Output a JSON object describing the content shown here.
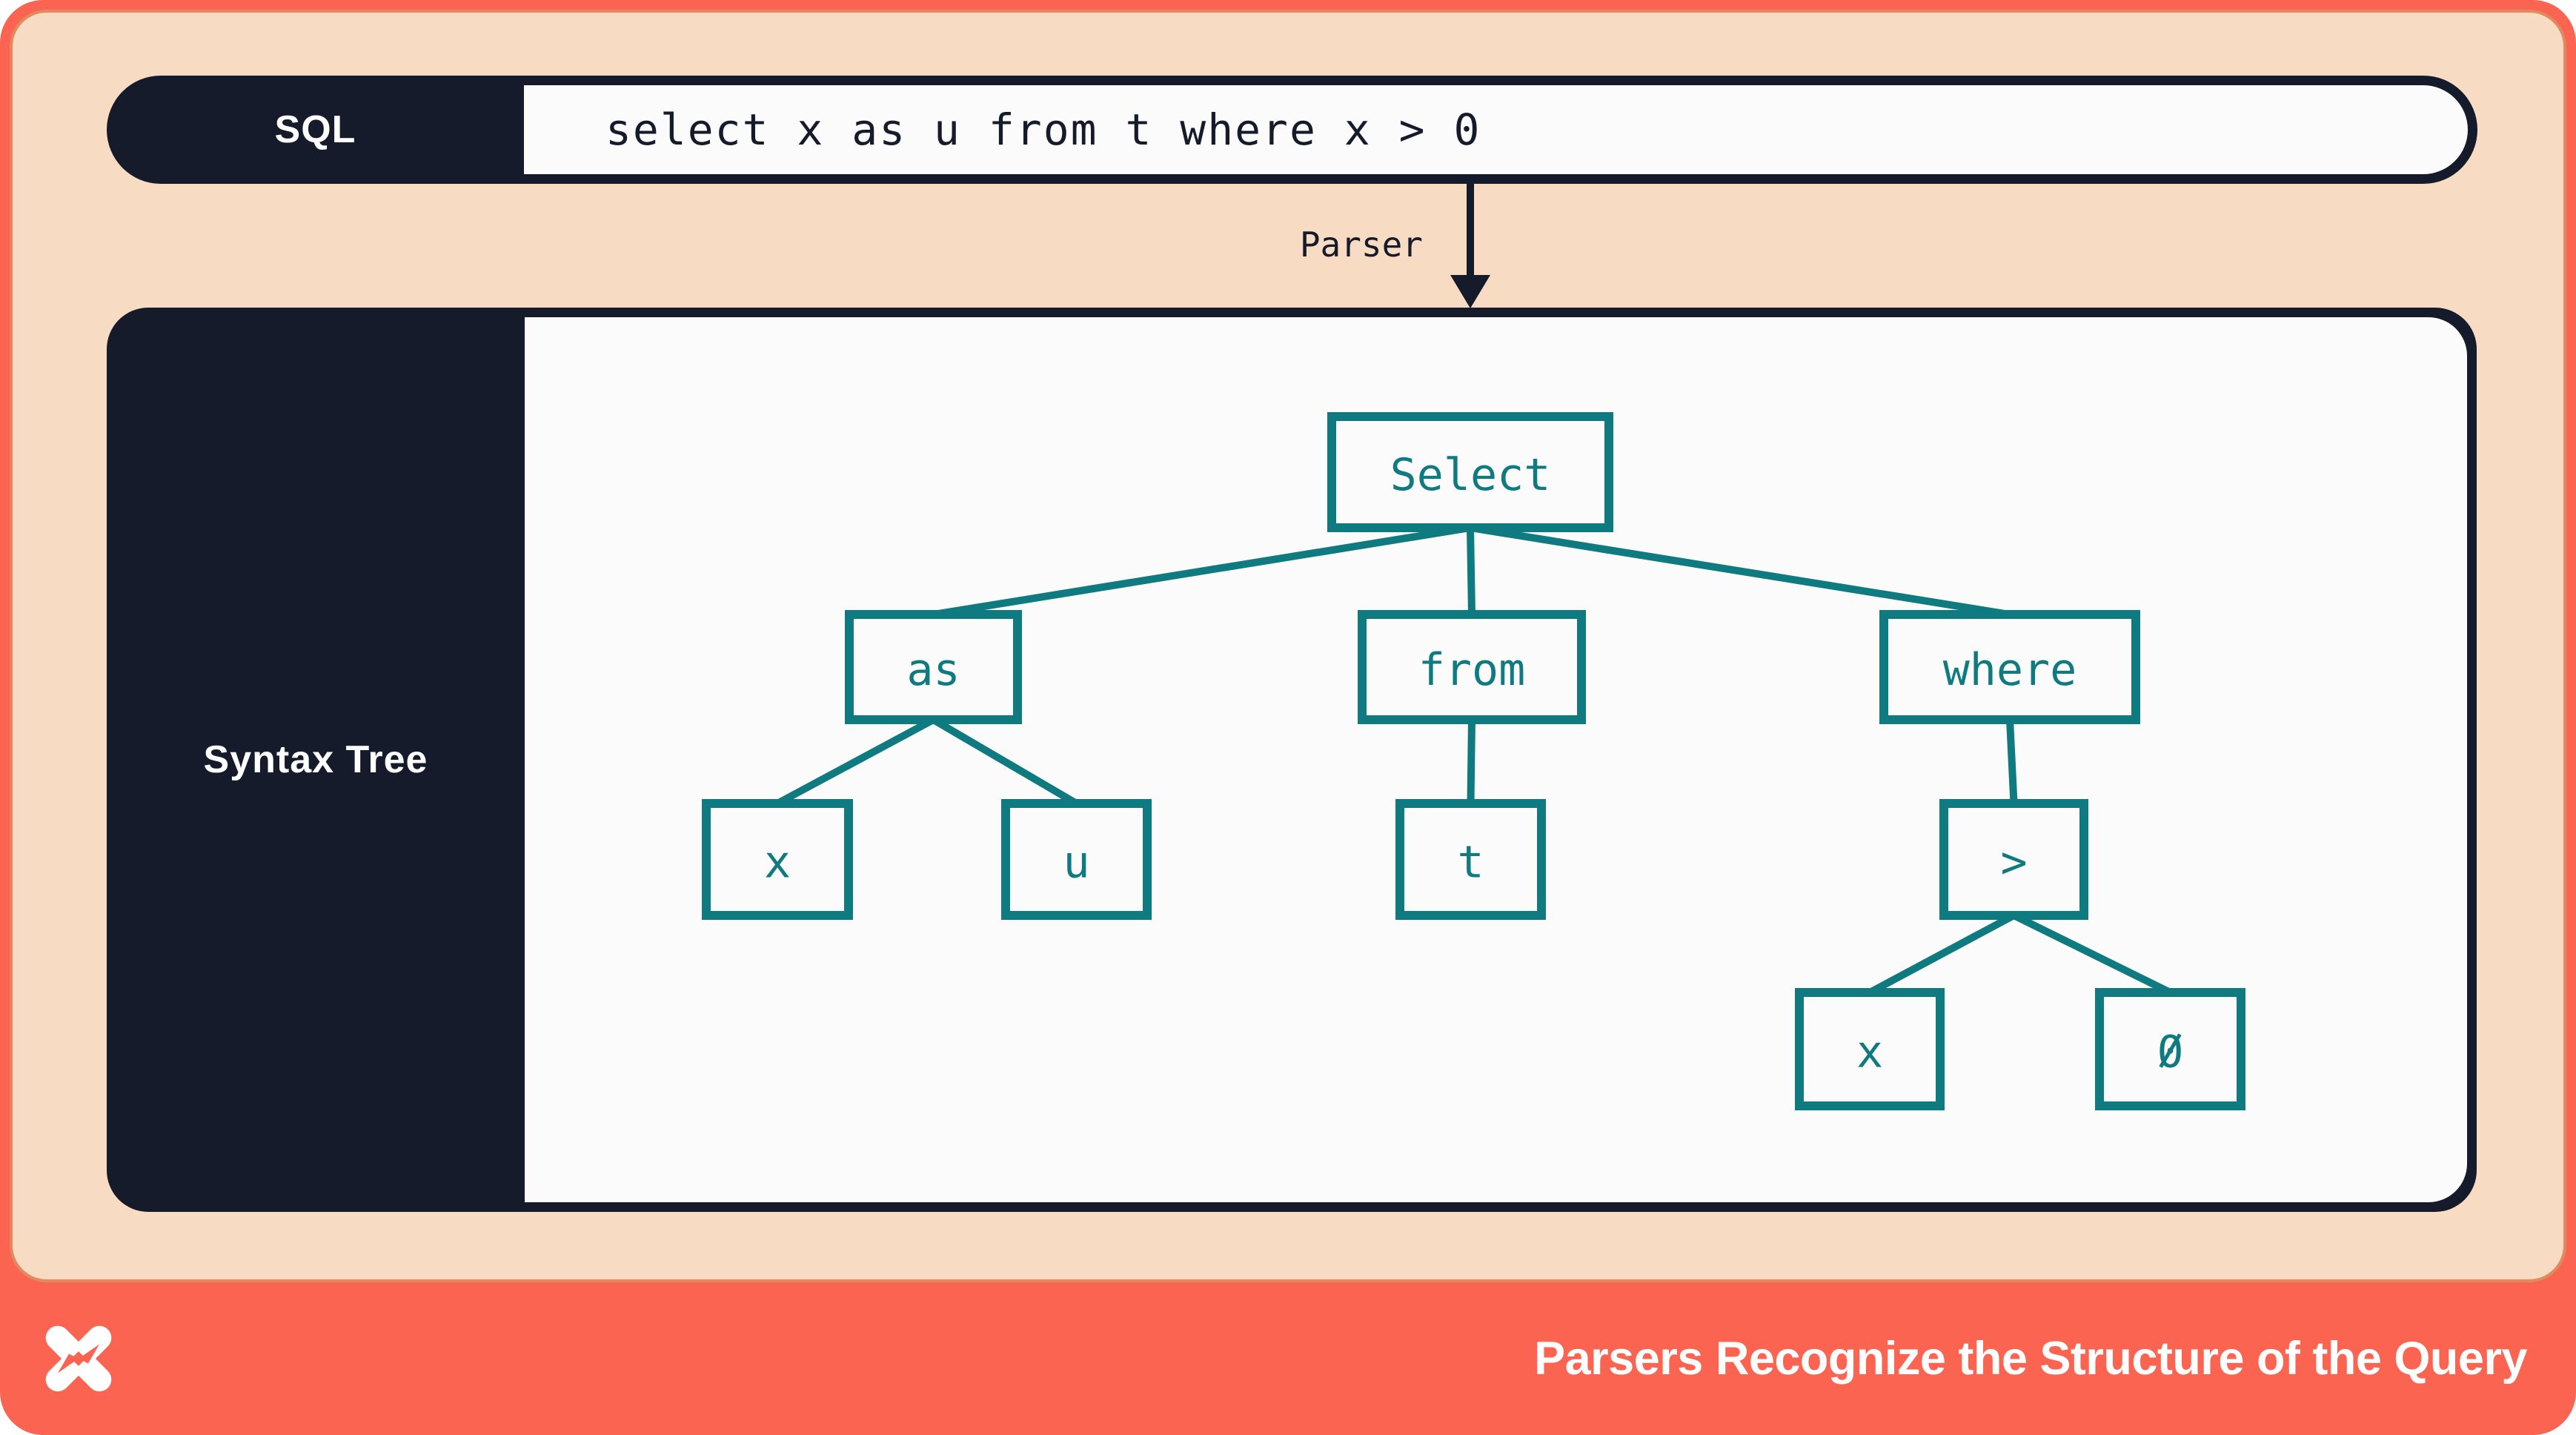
{
  "colors": {
    "orange": "#fa6450",
    "peach": "#f8dbc3",
    "peach_edge": "#e18a60",
    "navy": "#151b2b",
    "teal": "#0f7b81",
    "paper": "#fbfbfb",
    "white": "#ffffff"
  },
  "sql_bar": {
    "label": "SQL",
    "query": "select x as u from t where x > 0"
  },
  "parser_arrow": {
    "label": "Parser",
    "icon": "arrow-down-icon"
  },
  "syntax_panel": {
    "label": "Syntax Tree"
  },
  "syntax_tree": {
    "nodes": [
      {
        "id": "select",
        "label": "Select",
        "parent": null
      },
      {
        "id": "as",
        "label": "as",
        "parent": "select"
      },
      {
        "id": "from",
        "label": "from",
        "parent": "select"
      },
      {
        "id": "where",
        "label": "where",
        "parent": "select"
      },
      {
        "id": "x1",
        "label": "x",
        "parent": "as"
      },
      {
        "id": "u",
        "label": "u",
        "parent": "as"
      },
      {
        "id": "t",
        "label": "t",
        "parent": "from"
      },
      {
        "id": "gt",
        "label": ">",
        "parent": "where"
      },
      {
        "id": "x2",
        "label": "x",
        "parent": "gt"
      },
      {
        "id": "zero",
        "label": "0",
        "parent": "gt"
      }
    ]
  },
  "footer": {
    "logo": "dolt-pinwheel-logo",
    "title": "Parsers Recognize the Structure of the Query"
  }
}
